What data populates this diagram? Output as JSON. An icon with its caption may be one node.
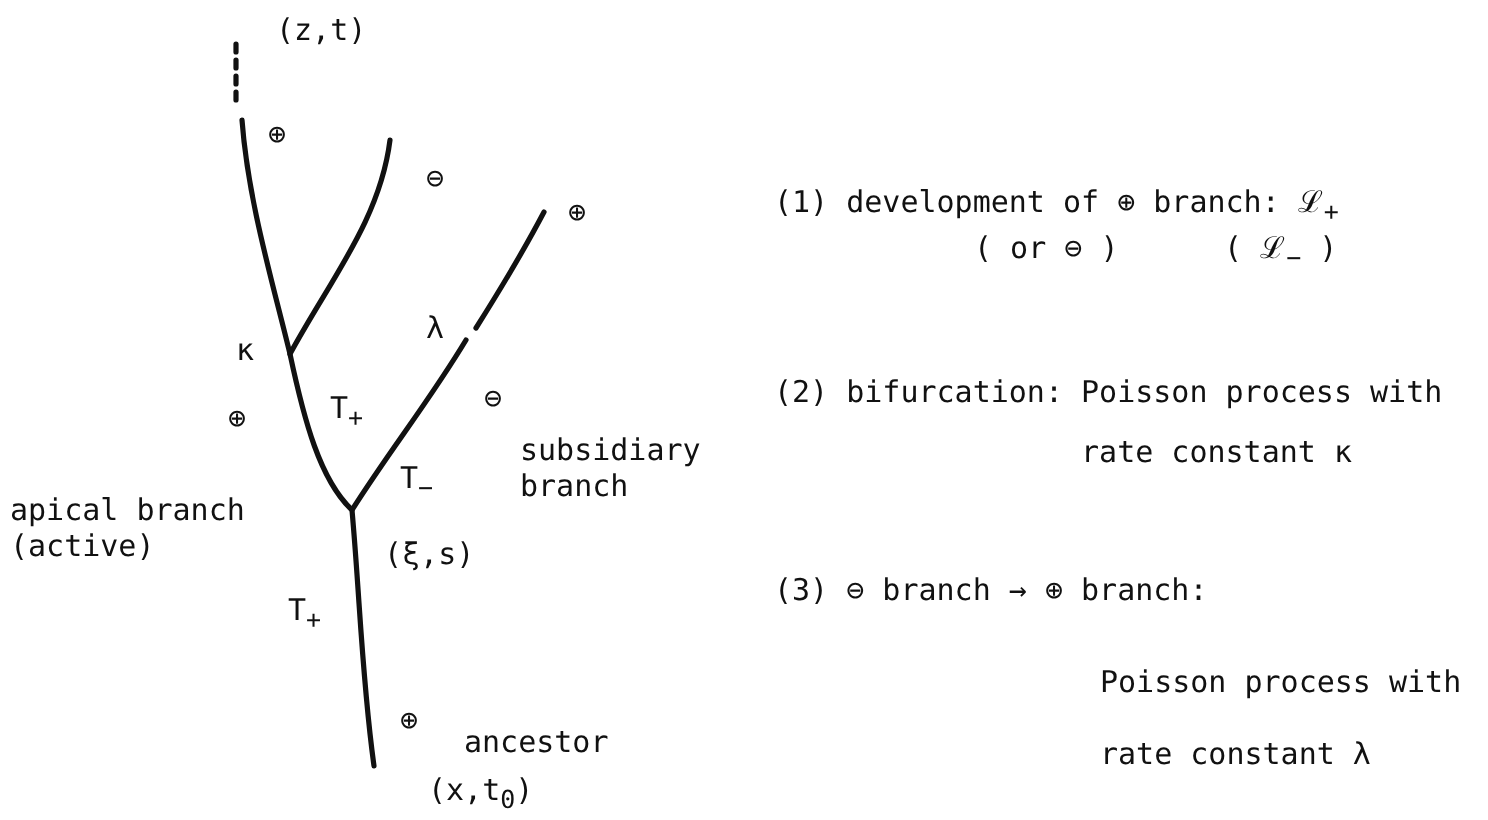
{
  "diagram": {
    "labels": [
      "(z,t)",
      "⊕",
      "⊖",
      "⊕",
      "λ",
      "κ",
      "T$_{+}$",
      "⊖",
      "⊕",
      "subsidiary branch",
      "T$_{−}$",
      "apical branch (active)",
      "(ξ,s)",
      "T$_{+}$",
      "⊕",
      "ancestor",
      "(x,t$_{0}$)",
      "(1) development of ⊕ branch: ℒ$_{+}$",
      "( or ⊖ )",
      "( ℒ$_{−}$ )",
      "(2) bifurcation: Poisson process with rate constant κ",
      "(3) ⊖ branch → ⊕ branch:",
      "Poisson process with rate constant λ"
    ]
  }
}
